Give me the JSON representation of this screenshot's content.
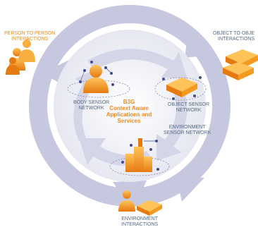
{
  "labels": {
    "person_to_person": [
      "PERSON TO PERSON",
      "INTERACTIONS"
    ],
    "object_to_object": [
      "OBJECT TO OBJE",
      "INTERACTIONS"
    ],
    "body_sensor": [
      "BODY SENSOR",
      "NETWORK"
    ],
    "object_sensor": [
      "OBJECT SENSOR",
      "NETWORK"
    ],
    "environment_sensor": [
      "ENVIRONMENT",
      "SENSOR NETWORK"
    ],
    "environment_interactions": [
      "ENVIRONMENT",
      "INTERACTIONS"
    ]
  },
  "center": {
    "line1": "B3G",
    "line2": "Context Aware",
    "line3": "Applications and",
    "line4": "Services"
  },
  "colors": {
    "ring": "#c6c8df",
    "arrow": "#d4d6e8",
    "orange": "#f39a1f",
    "orange_dark": "#d9750e",
    "label_orange": "#f08a1c",
    "label_grey": "#556b8a",
    "node": "#3d4f8f"
  }
}
